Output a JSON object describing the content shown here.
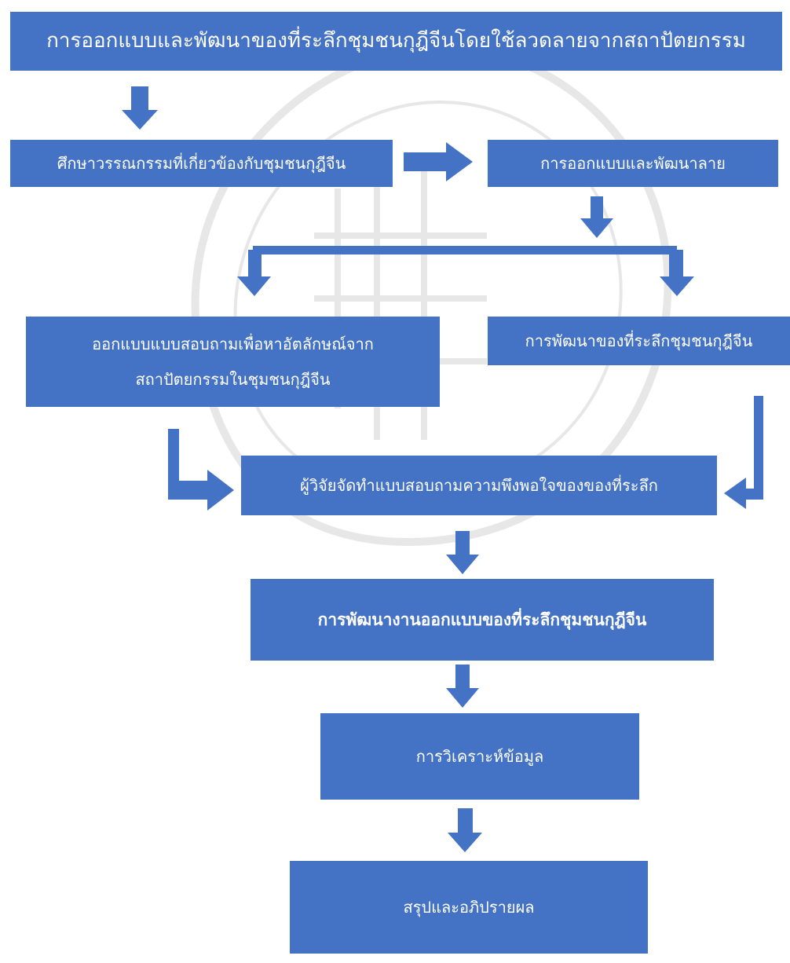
{
  "diagram": {
    "title": "การออกแบบและพัฒนาของที่ระลึกชุมชนกุฎีจีนโดยใช้ลวดลายจากสถาปัตยกรรม",
    "study_literature": "ศึกษาวรรณกรรมที่เกี่ยวข้องกับชุมชนกุฎีจีน",
    "design_pattern": "การออกแบบและพัฒนาลาย",
    "questionnaire_design_line1": "ออกแบบแบบสอบถามเพื่อหาอัตลักษณ์จาก",
    "questionnaire_design_line2": "สถาปัตยกรรมในชุมชนกุฎีจีน",
    "souvenir_development": "การพัฒนาของที่ระลึกชุมชนกุฎีจีน",
    "satisfaction_survey": "ผู้วิจัยจัดทำแบบสอบถามความพึงพอใจของของที่ระลึก",
    "design_work_development": "การพัฒนางานออกแบบของที่ระลึกชุมชนกุฎีจีน",
    "data_analysis": "การวิเคราะห์ข้อมูล",
    "conclusion": "สรุปและอภิปรายผล"
  },
  "colors": {
    "box_fill": "#4472c4",
    "box_text": "#ffffff",
    "watermark": "#c8c8c8"
  }
}
